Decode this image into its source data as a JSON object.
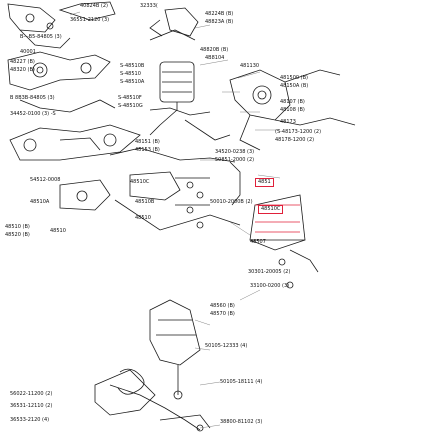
{
  "labels": {
    "l01": "40824B (2)",
    "l02": "32333(",
    "l03": "36551-2120 (3)",
    "l04": "48224B (B)",
    "l05": "48823A (B)",
    "l06": "B---B5-84805 (3)",
    "l07": "40001",
    "l08": "48820B (B)",
    "l09": "4B8104",
    "l10": "481130",
    "l11": "48227 (B)",
    "l12": "48320 (B)",
    "l13": "S-48510B",
    "l14": "S-48510",
    "l15": "S-48510A",
    "l16": "481500 (B)",
    "l17": "48150A (B)",
    "l18": "B 8B3B-84805 (3)",
    "l19": "S-48510F",
    "l20": "S-48510G",
    "l21": "48107 (B)",
    "l22": "48108 (B)",
    "l23": "34452-0100 (3) -S",
    "l24": "48173",
    "l25": "(S-48173-1200 (2)",
    "l26": "48178-1200 (2)",
    "l27": "48151 (B)",
    "l28": "48153 (B)",
    "l29": "34520-0238 (3)",
    "l30": "50851-2000 (2)",
    "l31": "54512-0008",
    "l32": "48510C",
    "l33": "4851",
    "l34": "48510A",
    "l35": "48510B",
    "l36": "50010-2000B (2)",
    "l37": "48510 (B)",
    "l38": "48520 (B)",
    "l39": "48510",
    "l40": "48510",
    "l41": "48510C",
    "l42": "48507",
    "l43": "30301-20005 (2)",
    "l44": "33100-0200 (3)",
    "l45": "48560 (B)",
    "l46": "48570 (B)",
    "l47": "50105-12333 (4)",
    "l48": "56022-11200 (2)",
    "l49": "36531-12110 (2)",
    "l50": "50105-18111 (4)",
    "l51": "36533-2120 (4)",
    "l52": "38800-81102 (3)"
  }
}
